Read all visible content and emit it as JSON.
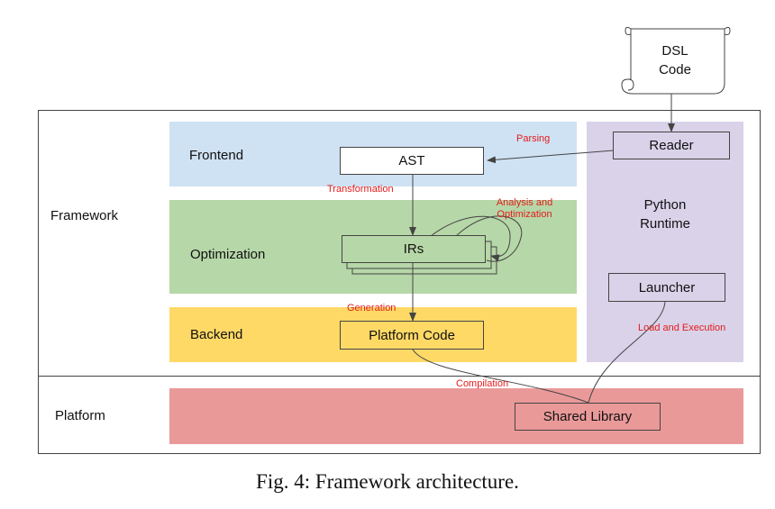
{
  "layers": {
    "framework": "Framework",
    "platform": "Platform"
  },
  "stages": {
    "frontend": "Frontend",
    "optimization": "Optimization",
    "backend": "Backend",
    "runtime": [
      "Python",
      "Runtime"
    ]
  },
  "nodes": {
    "dsl_code": [
      "DSL",
      "Code"
    ],
    "reader": "Reader",
    "ast": "AST",
    "irs": "IRs",
    "platform_code": "Platform Code",
    "launcher": "Launcher",
    "shared_library": "Shared Library"
  },
  "edges": {
    "parsing": "Parsing",
    "transformation": "Transformation",
    "analysis": [
      "Analysis and",
      "Optimization"
    ],
    "generation": "Generation",
    "compilation": "Compilation",
    "load_execution": "Load and Execution"
  },
  "caption": "Fig. 4: Framework architecture.",
  "colors": {
    "frontend": "#cfe2f3",
    "optimization": "#b6d7a8",
    "backend": "#ffd966",
    "runtime": "#d9d2e9",
    "platform": "#ea9999",
    "edge_label": "#e31b1b"
  }
}
